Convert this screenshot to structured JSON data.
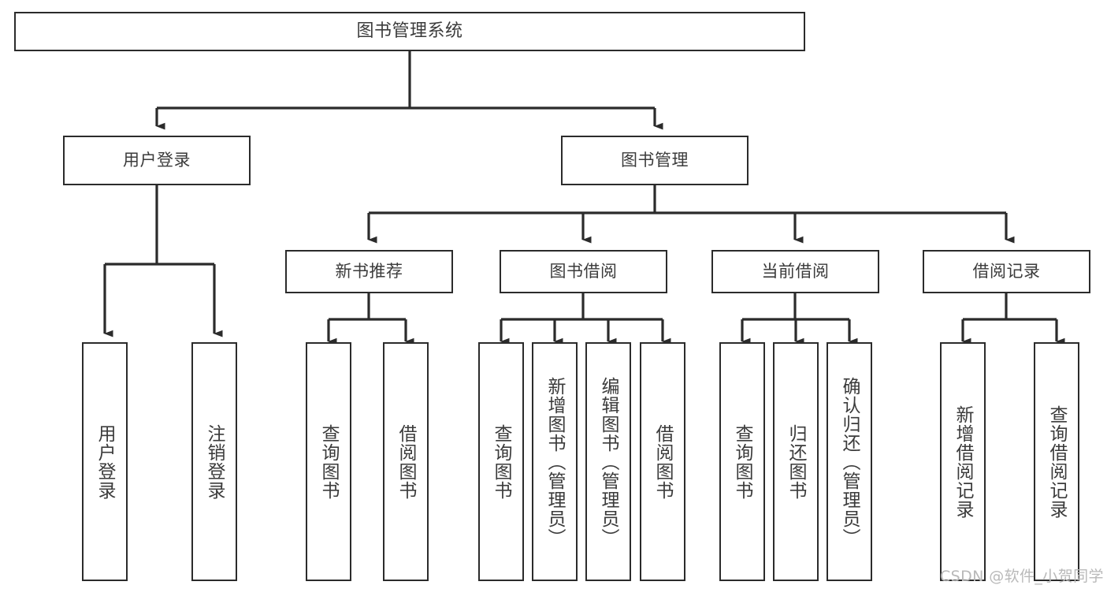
{
  "diagram": {
    "title": "图书管理系统",
    "type": "tree",
    "orientation": "top-down",
    "line_color": "#2b2b2b",
    "text_color": "#3b3b3b",
    "background_color": "#ffffff",
    "nodes": {
      "root": {
        "label": "图书管理系统"
      },
      "level2": [
        {
          "label": "用户登录"
        },
        {
          "label": "图书管理"
        }
      ],
      "level3": [
        {
          "label": "新书推荐"
        },
        {
          "label": "图书借阅"
        },
        {
          "label": "当前借阅"
        },
        {
          "label": "借阅记录"
        }
      ],
      "leaves": {
        "user_login": [
          {
            "label": "用户登录"
          },
          {
            "label": "注销登录"
          }
        ],
        "new_book_recommend": [
          {
            "label": "查询图书"
          },
          {
            "label": "借阅图书"
          }
        ],
        "book_borrow": [
          {
            "label": "查询图书"
          },
          {
            "label": "新增图书（管理员）"
          },
          {
            "label": "编辑图书（管理员）"
          },
          {
            "label": "借阅图书"
          }
        ],
        "current_borrow": [
          {
            "label": "查询图书"
          },
          {
            "label": "归还图书"
          },
          {
            "label": "确认归还（管理员）"
          }
        ],
        "borrow_record": [
          {
            "label": "新增借阅记录"
          },
          {
            "label": "查询借阅记录"
          }
        ]
      }
    }
  },
  "watermark": {
    "text": "CSDN @软件_小贺同学"
  }
}
